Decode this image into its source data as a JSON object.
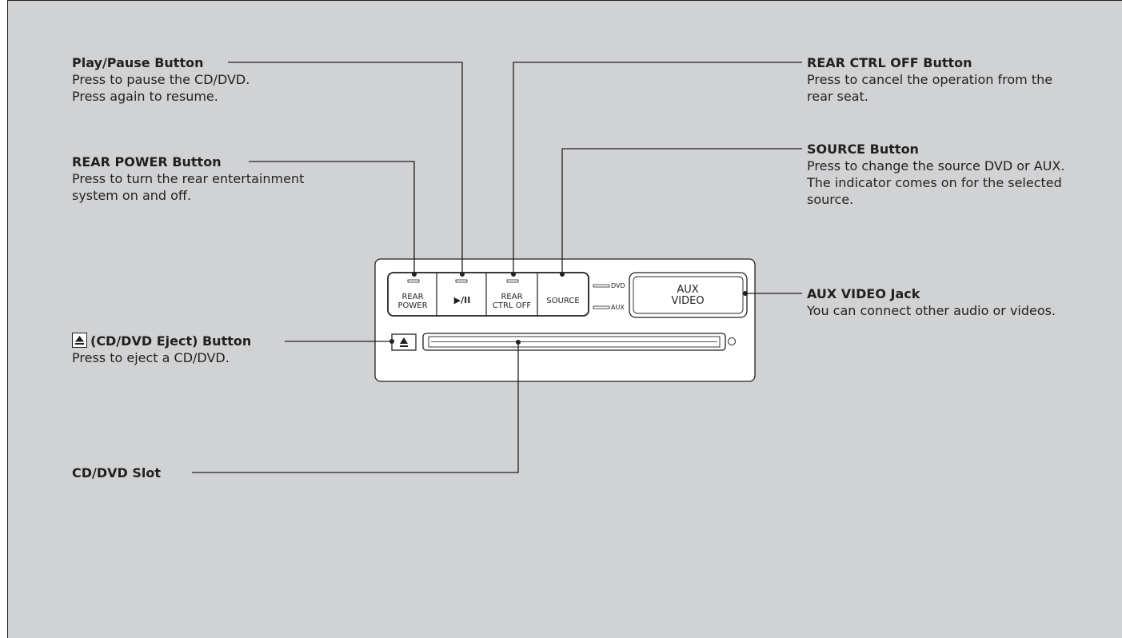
{
  "callouts": {
    "play_pause": {
      "title": "Play/Pause Button",
      "desc": "Press to pause the CD/DVD.\nPress again to resume."
    },
    "rear_power": {
      "title": "REAR POWER Button",
      "desc": "Press to turn the rear entertainment system on and off."
    },
    "eject": {
      "title": "(CD/DVD Eject) Button",
      "desc": "Press to eject a CD/DVD."
    },
    "slot": {
      "title": "CD/DVD Slot"
    },
    "rear_ctrl_off": {
      "title": "REAR CTRL OFF Button",
      "desc": "Press to cancel the operation from the rear seat."
    },
    "source": {
      "title": "SOURCE Button",
      "desc": "Press to change the source DVD or AUX. The indicator comes on for the selected source."
    },
    "aux_video": {
      "title": "AUX VIDEO Jack",
      "desc": "You can connect other audio or videos."
    }
  },
  "panel": {
    "rear_power_label_1": "REAR",
    "rear_power_label_2": "POWER",
    "play_pause_glyph": "▶/II",
    "rear_ctrl_label_1": "REAR",
    "rear_ctrl_label_2": "CTRL OFF",
    "source_label": "SOURCE",
    "dvd_indicator": "DVD",
    "aux_indicator": "AUX",
    "aux_video_label_1": "AUX",
    "aux_video_label_2": "VIDEO"
  },
  "colors": {
    "background": "#d1d2d4",
    "ink": "#231f20",
    "panel_face": "#ffffff"
  }
}
